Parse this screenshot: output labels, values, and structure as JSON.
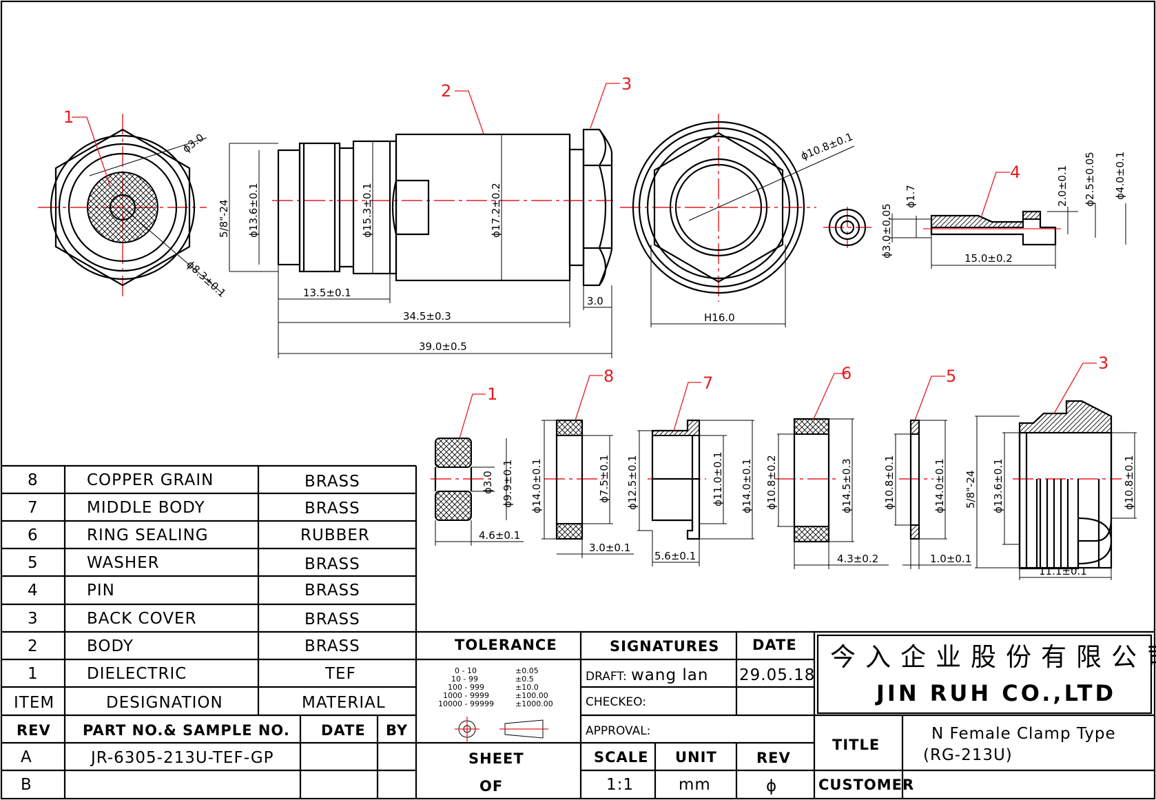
{
  "parts_table": {
    "header": {
      "item": "ITEM",
      "designation": "DESIGNATION",
      "material": "MATERIAL"
    },
    "rows": [
      {
        "item": "8",
        "designation": "COPPER GRAIN",
        "material": "BRASS"
      },
      {
        "item": "7",
        "designation": "MIDDLE BODY",
        "material": "BRASS"
      },
      {
        "item": "6",
        "designation": "RING SEALING",
        "material": "RUBBER"
      },
      {
        "item": "5",
        "designation": "WASHER",
        "material": "BRASS"
      },
      {
        "item": "4",
        "designation": "PIN",
        "material": "BRASS"
      },
      {
        "item": "3",
        "designation": "BACK COVER",
        "material": "BRASS"
      },
      {
        "item": "2",
        "designation": "BODY",
        "material": "BRASS"
      },
      {
        "item": "1",
        "designation": "DIELECTRIC",
        "material": "TEF"
      }
    ]
  },
  "revision_table": {
    "header": {
      "rev": "REV",
      "part_no": "PART NO.& SAMPLE NO.",
      "date": "DATE",
      "by": "BY"
    },
    "rows": [
      {
        "rev": "A",
        "part_no": "JR-6305-213U-TEF-GP"
      },
      {
        "rev": "B",
        "part_no": ""
      }
    ]
  },
  "tolerance": {
    "title": "TOLERANCE",
    "rows": [
      {
        "range": "0 - 10",
        "tol": "±0.05"
      },
      {
        "range": "10 - 99",
        "tol": "±0.5"
      },
      {
        "range": "100 - 999",
        "tol": "±10.0"
      },
      {
        "range": "1000 - 9999",
        "tol": "±100.00"
      },
      {
        "range": "10000 - 99999",
        "tol": "±1000.00"
      }
    ]
  },
  "sheet": {
    "label": "SHEET",
    "of": "OF"
  },
  "signatures": {
    "title": "SIGNATURES",
    "date_title": "DATE",
    "draft_label": "DRAFT:",
    "draft_name": "wang lan",
    "draft_date": "29.05.18",
    "checked_label": "CHECKEO:",
    "approval_label": "APPROVAL:"
  },
  "scale": {
    "scale_label": "SCALE",
    "unit_label": "UNIT",
    "rev_label": "REV",
    "scale_value": "1:1",
    "unit_value": "mm",
    "rev_value": "ϕ"
  },
  "company": {
    "name_cn": "今入企业股份有限公司",
    "name_en": "JIN RUH CO.,LTD"
  },
  "title_block": {
    "title_label": "TITLE",
    "title_line1": "N Female Clamp Type",
    "title_line2": "(RG-213U)",
    "customer_label": "CUSTOMER"
  },
  "dimensions": {
    "d_3_0_a": "ϕ3.0",
    "d_8_3": "ϕ8.3±0.1",
    "thread": "5/8\"-24",
    "d_13_6": "ϕ13.6±0.1",
    "d_15_3": "ϕ15.3±0.1",
    "d_17_2": "ϕ17.2±0.2",
    "l_13_5": "13.5±0.1",
    "l_34_5": "34.5±0.3",
    "l_39_0": "39.0±0.5",
    "l_3_0": "3.0",
    "d_10_8_a": "ϕ10.8±0.1",
    "h_16": "H16.0",
    "d_3_0_05": "ϕ3.0±0.05",
    "d_1_7": "ϕ1.7",
    "d_2_0": "2.0±0.1",
    "d_2_5": "ϕ2.5±0.05",
    "d_4_0": "ϕ4.0±0.1",
    "l_15_0": "15.0±0.2",
    "d_3_0_b": "ϕ3.0",
    "d_9_9": "ϕ9.9±0.1",
    "l_4_6": "4.6±0.1",
    "d_14_0_a": "ϕ14.0±0.1",
    "d_7_5": "ϕ7.5±0.1",
    "l_3_0_b": "3.0±0.1",
    "d_12_5": "ϕ12.5±0.1",
    "d_11_0": "ϕ11.0±0.1",
    "d_14_0_b": "ϕ14.0±0.1",
    "l_5_6": "5.6±0.1",
    "d_10_8_b": "ϕ10.8±0.2",
    "d_14_5": "ϕ14.5±0.3",
    "l_4_3": "4.3±0.2",
    "d_10_8_c": "ϕ10.8±0.1",
    "d_14_0_c": "ϕ14.0±0.1",
    "l_1_0": "1.0±0.1",
    "thread_b": "5/8\"-24",
    "d_13_6_b": "ϕ13.6±0.1",
    "d_10_8_d": "ϕ10.8±0.1",
    "l_11_1": "11.1±0.1"
  },
  "balloons": {
    "b1_top": "1",
    "b2_top": "2",
    "b3_top": "3",
    "b4_top": "4",
    "b1_bot": "1",
    "b8": "8",
    "b7": "7",
    "b6": "6",
    "b5": "5",
    "b3_bot": "3"
  }
}
